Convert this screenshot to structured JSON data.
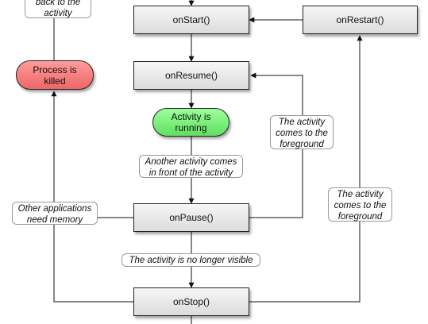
{
  "nodes": {
    "on_start": "onStart()",
    "on_restart": "onRestart()",
    "on_resume": "onResume()",
    "process_killed": "Process is\nkilled",
    "activity_running": "Activity is\nrunning",
    "on_pause": "onPause()",
    "on_stop": "onStop()"
  },
  "labels": {
    "back_to_activity": "back to the\nactivity",
    "another_activity": "Another activity comes\nin front of the activity",
    "foreground_upper": "The activity\ncomes to the\nforeground",
    "foreground_lower": "The activity\ncomes to the\nforeground",
    "other_apps_memory": "Other applications\nneed memory",
    "no_longer_visible": "The activity is no longer visible"
  },
  "colors": {
    "process_killed": "#ef6666",
    "activity_running": "#5fe05f",
    "method_box": "#e6e6e6",
    "connector": "#111111"
  }
}
